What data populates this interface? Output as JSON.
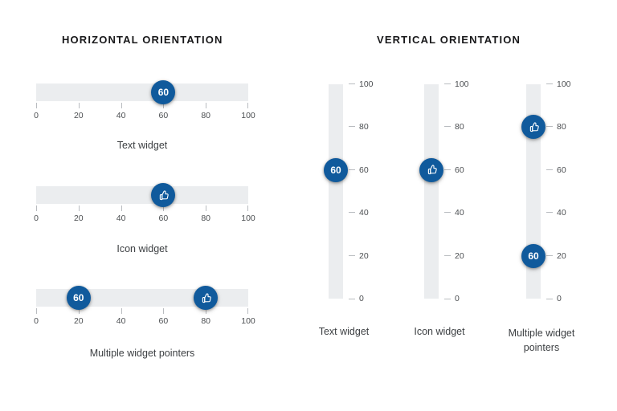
{
  "sections": {
    "horizontal": {
      "title": "HORIZONTAL ORIENTATION"
    },
    "vertical": {
      "title": "VERTICAL ORIENTATION"
    }
  },
  "axis": {
    "min": 0,
    "max": 100,
    "ticks": [
      0,
      20,
      40,
      60,
      80,
      100
    ],
    "tick_labels": [
      "0",
      "20",
      "40",
      "60",
      "80",
      "100"
    ]
  },
  "colors": {
    "handle": "#105a9c",
    "track": "#ebedef",
    "tick": "#b9bcc0",
    "heading_text": "#18181a",
    "label_text": "#4c4f52",
    "caption_text": "#3d4043",
    "background": "#ffffff"
  },
  "horizontal_sliders": [
    {
      "caption": "Text widget",
      "pointers": [
        {
          "type": "text",
          "value": 60,
          "label": "60",
          "icon": null
        }
      ]
    },
    {
      "caption": "Icon widget",
      "pointers": [
        {
          "type": "icon",
          "value": 60,
          "label": "",
          "icon": "thumbs-up-icon"
        }
      ]
    },
    {
      "caption": "Multiple widget pointers",
      "pointers": [
        {
          "type": "text",
          "value": 20,
          "label": "60",
          "icon": null
        },
        {
          "type": "icon",
          "value": 80,
          "label": "",
          "icon": "thumbs-up-icon"
        }
      ]
    }
  ],
  "vertical_sliders": [
    {
      "caption": "Text widget",
      "pointers": [
        {
          "type": "text",
          "value": 60,
          "label": "60",
          "icon": null
        }
      ]
    },
    {
      "caption": "Icon widget",
      "pointers": [
        {
          "type": "icon",
          "value": 60,
          "label": "",
          "icon": "thumbs-up-icon"
        }
      ]
    },
    {
      "caption": "Multiple widget pointers",
      "pointers": [
        {
          "type": "icon",
          "value": 80,
          "label": "",
          "icon": "thumbs-up-icon"
        },
        {
          "type": "text",
          "value": 20,
          "label": "60",
          "icon": null
        }
      ]
    }
  ]
}
